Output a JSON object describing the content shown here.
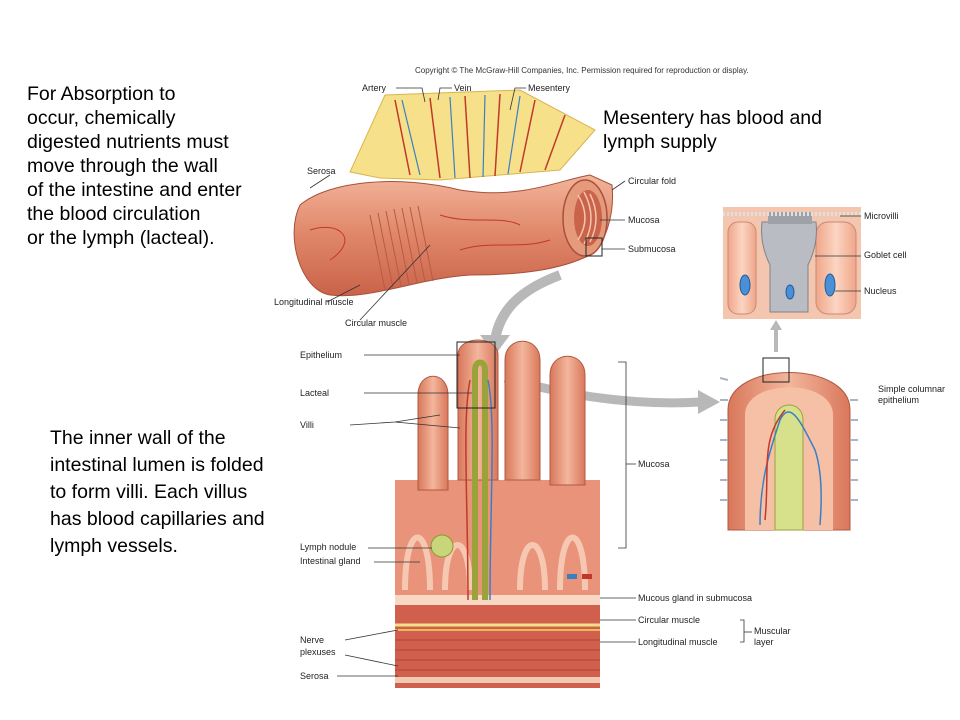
{
  "copyright": "Copyright © The McGraw-Hill Companies, Inc. Permission required for reproduction or display.",
  "absorption_text": [
    "For Absorption to",
    "occur, chemically",
    "digested nutrients must",
    "move through the wall",
    "of the intestine and enter",
    "the blood circulation",
    "or the lymph (lacteal)."
  ],
  "mesentery_text": [
    "Mesentery has blood and",
    "lymph supply"
  ],
  "villi_text": [
    "The inner wall of the",
    "intestinal lumen is folded",
    "to form villi.  Each villus",
    "has blood capillaries and",
    "lymph vessels."
  ],
  "labels": {
    "artery": "Artery",
    "vein": "Vein",
    "mesentery": "Mesentery",
    "serosa_top": "Serosa",
    "circular_fold": "Circular fold",
    "mucosa_top": "Mucosa",
    "submucosa": "Submucosa",
    "longitudinal_muscle_top": "Longitudinal muscle",
    "circular_muscle_top": "Circular muscle",
    "microvilli": "Microvilli",
    "goblet_cell": "Goblet cell",
    "nucleus": "Nucleus",
    "epithelium": "Epithelium",
    "lacteal": "Lacteal",
    "villi": "Villi",
    "simple_columnar_1": "Simple columnar",
    "simple_columnar_2": "epithelium",
    "mucosa_bottom": "Mucosa",
    "lymph_nodule": "Lymph nodule",
    "intestinal_gland": "Intestinal gland",
    "mucous_gland": "Mucous gland in submucosa",
    "circular_muscle_bottom": "Circular muscle",
    "longitudinal_muscle_bottom": "Longitudinal muscle",
    "muscular_layer_1": "Muscular",
    "muscular_layer_2": "layer",
    "nerve_plexuses_1": "Nerve",
    "nerve_plexuses_2": "plexuses",
    "serosa_bottom": "Serosa"
  }
}
